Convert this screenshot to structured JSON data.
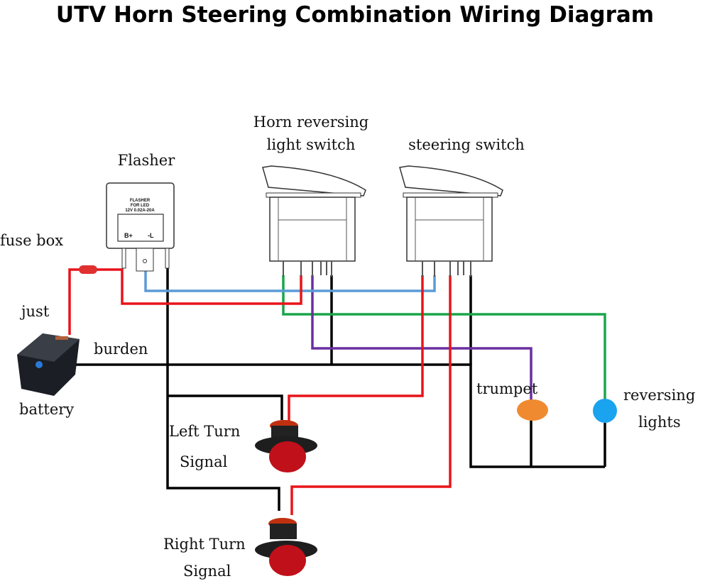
{
  "title": "UTV Horn Steering Combination Wiring Diagram",
  "labels": {
    "flasher": "Flasher",
    "horn_switch_line1": "Horn reversing",
    "horn_switch_line2": "light switch",
    "steering_switch": "steering switch",
    "fuse_box": "fuse box",
    "just": "just",
    "burden": "burden",
    "battery": "battery",
    "trumpet": "trumpet",
    "reversing_line1": "reversing",
    "reversing_line2": "lights",
    "left_turn_line1": "Left Turn",
    "left_turn_line2": "Signal",
    "right_turn_line1": "Right Turn",
    "right_turn_line2": "Signal"
  },
  "flasher_face": {
    "line1": "FLASHER",
    "line2": "FOR LED",
    "line3": "12V 0.02A-20A",
    "terminal_b": "B+",
    "terminal_l": "-L"
  },
  "colors": {
    "red_wire": "#e8141a",
    "blue_wire": "#5b9bd5",
    "green_wire": "#1aa64a",
    "purple_wire": "#6a2fa0",
    "black_wire": "#000000",
    "trumpet": "#f08a30",
    "reversing_light": "#1aa3ef",
    "turn_lamp": "#c0101a"
  }
}
